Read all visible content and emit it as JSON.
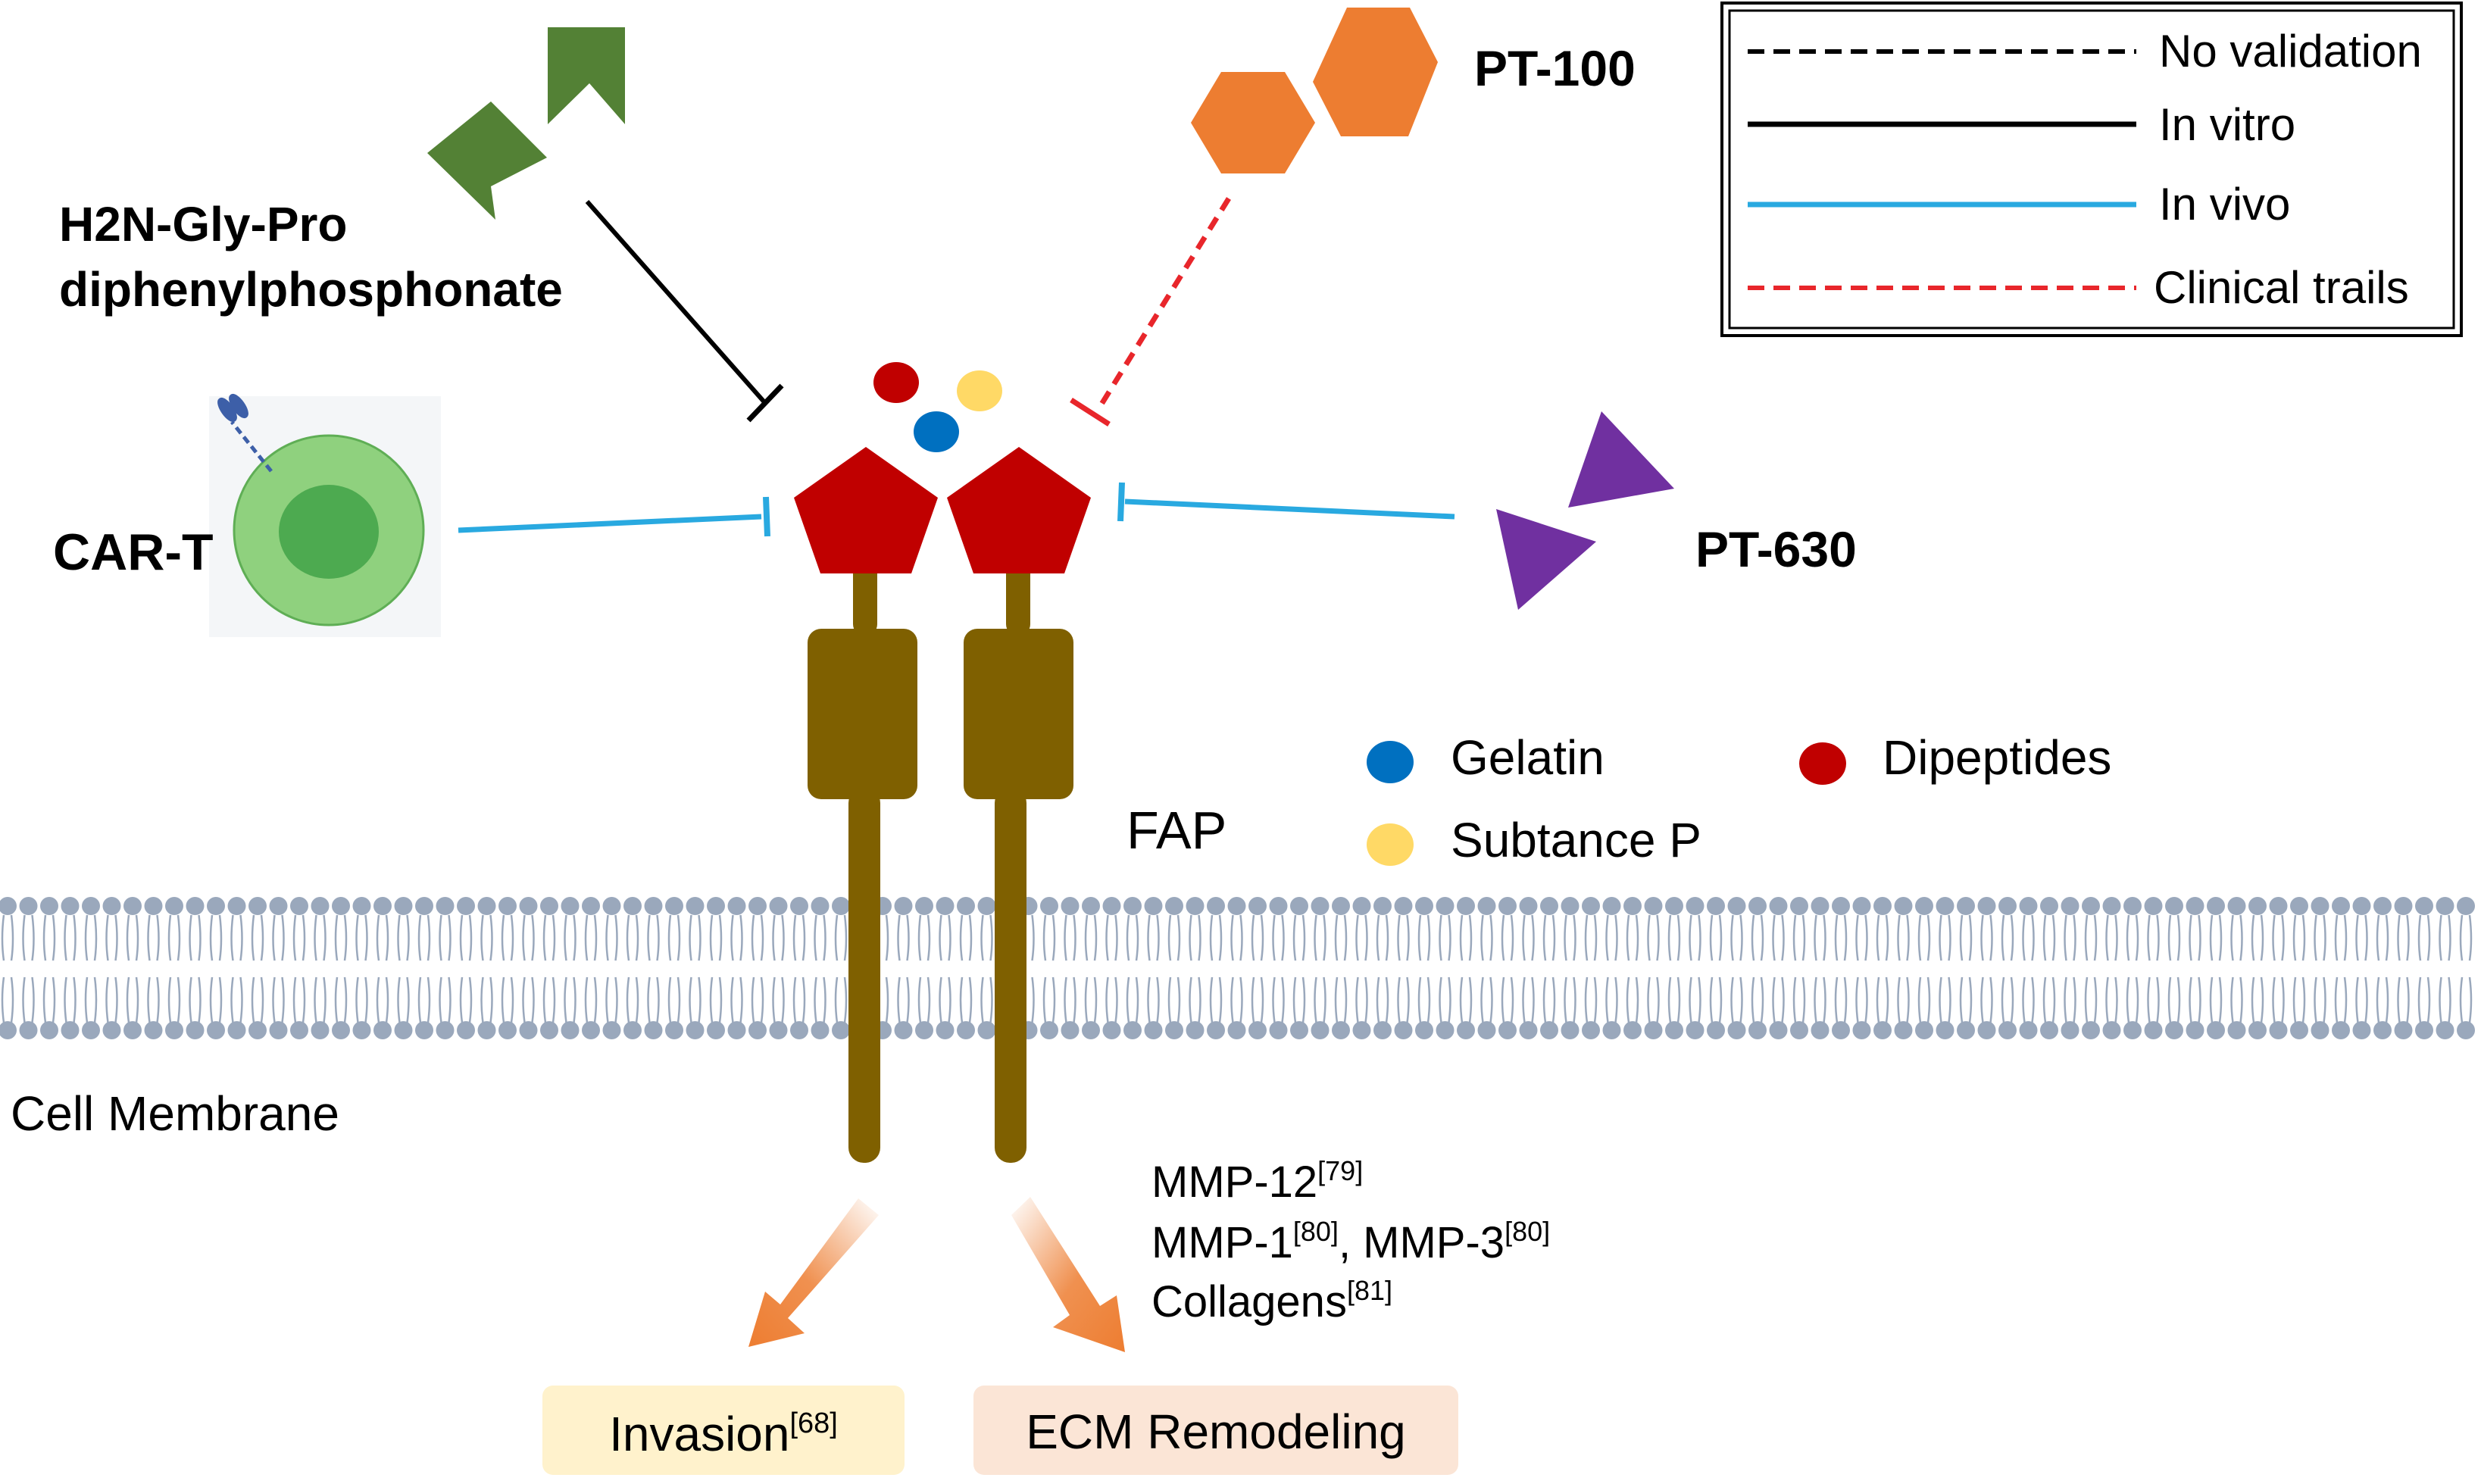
{
  "legend": {
    "entries": [
      {
        "label": "No validation",
        "style": "dashed",
        "color": "#000000"
      },
      {
        "label": "In vitro",
        "style": "solid",
        "color": "#000000"
      },
      {
        "label": "In vivo",
        "style": "solid",
        "color": "#29a9e0"
      },
      {
        "label": "Clinical trails",
        "style": "dashed",
        "color": "#e8262b"
      }
    ]
  },
  "inhibitors": {
    "h2n": {
      "line1": "H2N-Gly-Pro",
      "line2": "diphenylphosphonate",
      "color": "#538135",
      "validation": "In vitro"
    },
    "pt100": {
      "label": "PT-100",
      "color": "#ed7d31",
      "validation": "Clinical trails"
    },
    "cart": {
      "label": "CAR-T",
      "color": "#8fd17e",
      "validation": "In vivo"
    },
    "pt630": {
      "label": "PT-630",
      "color": "#7030a0",
      "validation": "In vivo"
    }
  },
  "protein": {
    "label": "FAP",
    "head_color": "#c00000",
    "stalk_color": "#7f6000"
  },
  "substrates": {
    "gelatin": {
      "label": "Gelatin",
      "color": "#0070c0"
    },
    "substance_p": {
      "label": "Subtance P",
      "color": "#ffd966"
    },
    "dipeptides": {
      "label": "Dipeptides",
      "color": "#c00000"
    }
  },
  "membrane": {
    "label": "Cell Membrane",
    "color": "#9aa8bc"
  },
  "targets": [
    {
      "name": "MMP-12",
      "ref": "[79]"
    },
    {
      "name": "MMP-1",
      "ref": "[80]",
      "sep": ", ",
      "name2": "MMP-3",
      "ref2": "[80]"
    },
    {
      "name": "Collagens",
      "ref": "[81]"
    }
  ],
  "outcomes": {
    "invasion": {
      "label": "Invasion",
      "ref": "[68]",
      "bg": "#fff2cc"
    },
    "ecm": {
      "label": "ECM Remodeling",
      "bg": "#fbe5d6"
    }
  },
  "arrow_color": "#ed7d31"
}
